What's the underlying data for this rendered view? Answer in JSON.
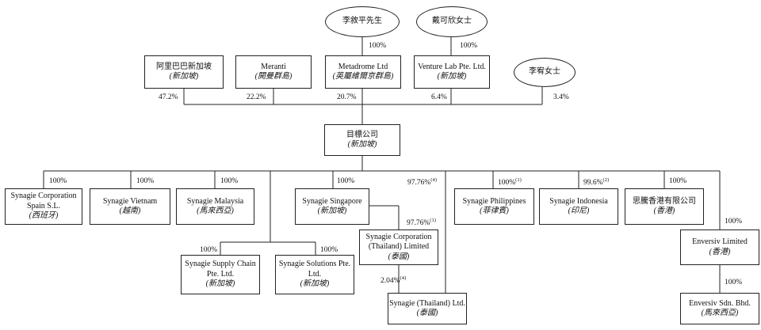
{
  "shareholders": {
    "li_xuping": {
      "name": "李敘平先生"
    },
    "dai_kexin": {
      "name": "戴可欣女士"
    },
    "li_you": {
      "name": "李宥女士"
    },
    "alibaba_sg": {
      "name": "阿里巴巴新加坡",
      "place": "(新加坡)"
    },
    "meranti": {
      "name": "Meranti",
      "place": "(開曼群島)"
    },
    "metadrome": {
      "name": "Metadrome Ltd",
      "place": "(英屬維爾京群島)"
    },
    "venture_lab": {
      "name": "Venture Lab Pte. Ltd.",
      "place": "(新加坡)"
    }
  },
  "target": {
    "name": "目標公司",
    "place": "(新加坡)"
  },
  "subsidiaries": {
    "spain": {
      "name": "Synagie Corporation Spain S.L.",
      "place": "(西班牙)"
    },
    "vietnam": {
      "name": "Synagie Vietnam",
      "place": "(越南)"
    },
    "malaysia": {
      "name": "Synagie Malaysia",
      "place": "(馬來西亞)"
    },
    "singapore": {
      "name": "Synagie Singapore",
      "place": "(新加坡)"
    },
    "philippines": {
      "name": "Synagie Philippines",
      "place": "(菲律賓)"
    },
    "indonesia": {
      "name": "Synagie Indonesia",
      "place": "(印尼)"
    },
    "hk": {
      "name": "思騰香港有限公司",
      "place": "(香港)"
    },
    "supply_chain": {
      "name": "Synagie Supply Chain Pte. Ltd.",
      "place": "(新加坡)"
    },
    "solutions": {
      "name": "Synagie Solutions Pte. Ltd.",
      "place": "(新加坡)"
    },
    "thailand_corp": {
      "name": "Synagie Corporation (Thailand) Limited",
      "place": "(泰國)"
    },
    "thailand_ltd": {
      "name": "Synagie (Thailand) Ltd.",
      "place": "(泰國)"
    },
    "enversiv": {
      "name": "Enversiv Limited",
      "place": "(香港)"
    },
    "enversiv_sdn": {
      "name": "Enversiv Sdn. Bhd.",
      "place": "(馬來西亞)"
    }
  },
  "ownership": {
    "li_to_metadrome": "100%",
    "dai_to_venture": "100%",
    "alibaba": "47.2%",
    "meranti": "22.2%",
    "metadrome": "20.7%",
    "venture_lab": "6.4%",
    "li_you": "3.4%",
    "spain": "100%",
    "vietnam": "100%",
    "malaysia": "100%",
    "singapore": "100%",
    "thailand_ltd_direct": "97.76%",
    "thailand_ltd_direct_note": "(4)",
    "philippines": "100%",
    "philippines_note": "(1)",
    "indonesia": "99.6%",
    "indonesia_note": "(2)",
    "hk": "100%",
    "enversiv": "100%",
    "supply_chain": "100%",
    "solutions": "100%",
    "thailand_corp": "97.76%",
    "thailand_corp_note": "(1)",
    "thailand_ltd_via_corp": "2.04%",
    "thailand_ltd_via_corp_note": "(4)",
    "enversiv_sdn": "100%"
  }
}
